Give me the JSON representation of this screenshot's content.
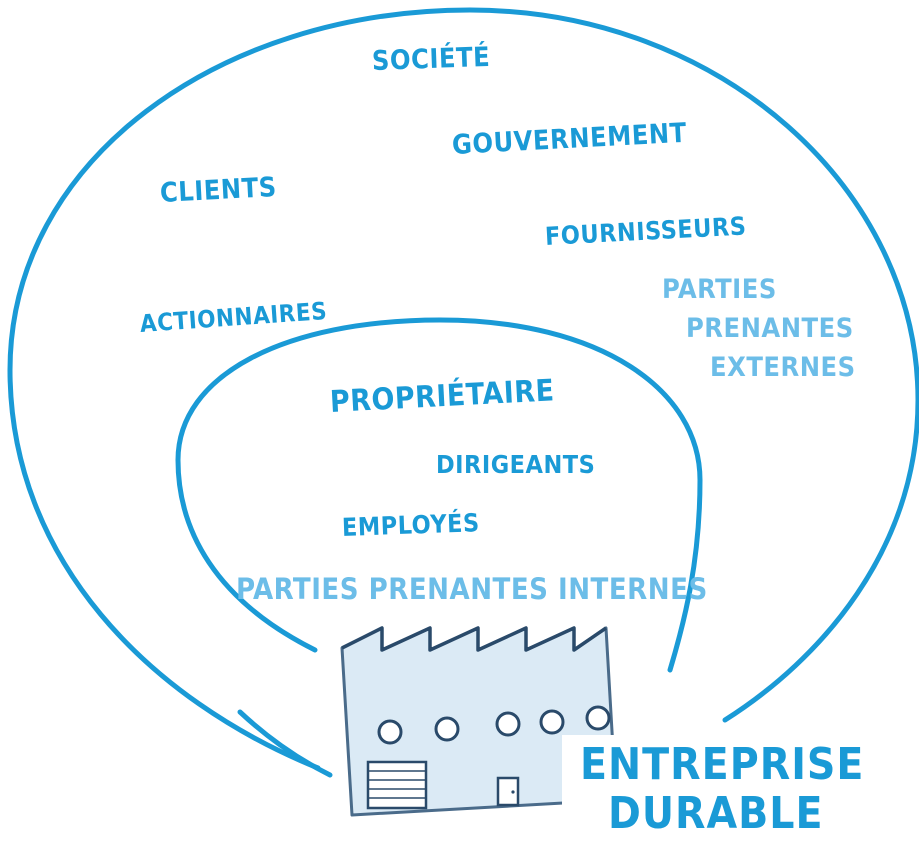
{
  "external": {
    "words": [
      "SOCIÉTÉ",
      "GOUVERNEMENT",
      "CLIENTS",
      "FOURNISSEURS",
      "ACTIONNAIRES"
    ],
    "group_label": [
      "PARTIES",
      "PRENANTES",
      "EXTERNES"
    ]
  },
  "internal": {
    "words": [
      "PROPRIÉTAIRE",
      "DIRIGEANTS",
      "EMPLOYÉS"
    ],
    "group_label": "PARTIES PRENANTES INTERNES"
  },
  "center": {
    "label": [
      "ENTREPRISE",
      "DURABLE"
    ]
  },
  "colors": {
    "stroke": "#1a9ad6",
    "text_dark": "#1a9ad6",
    "text_light": "#6cbde8",
    "factory_fill": "#dbeaf5",
    "factory_stroke": "#4a6b8a"
  }
}
